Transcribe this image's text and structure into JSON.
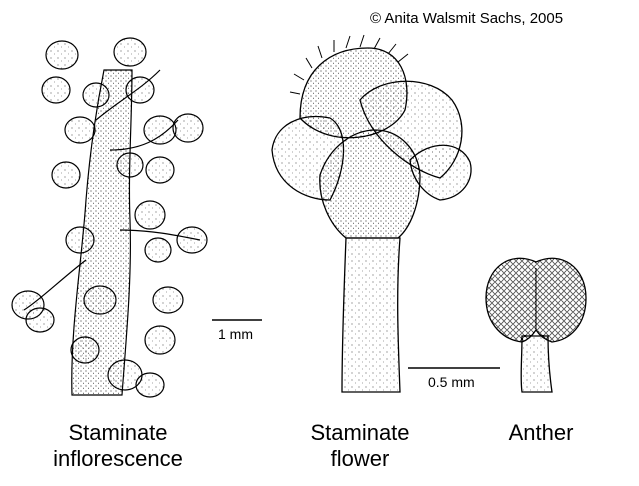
{
  "copyright": "© Anita Walsmit Sachs, 2005",
  "panels": {
    "inflorescence": {
      "caption_line1": "Staminate",
      "caption_line2": "inflorescence",
      "scale_label": "1 mm"
    },
    "flower": {
      "caption_line1": "Staminate",
      "caption_line2": "flower",
      "scale_label": "0.5 mm"
    },
    "anther": {
      "caption_line1": "Anther"
    }
  }
}
